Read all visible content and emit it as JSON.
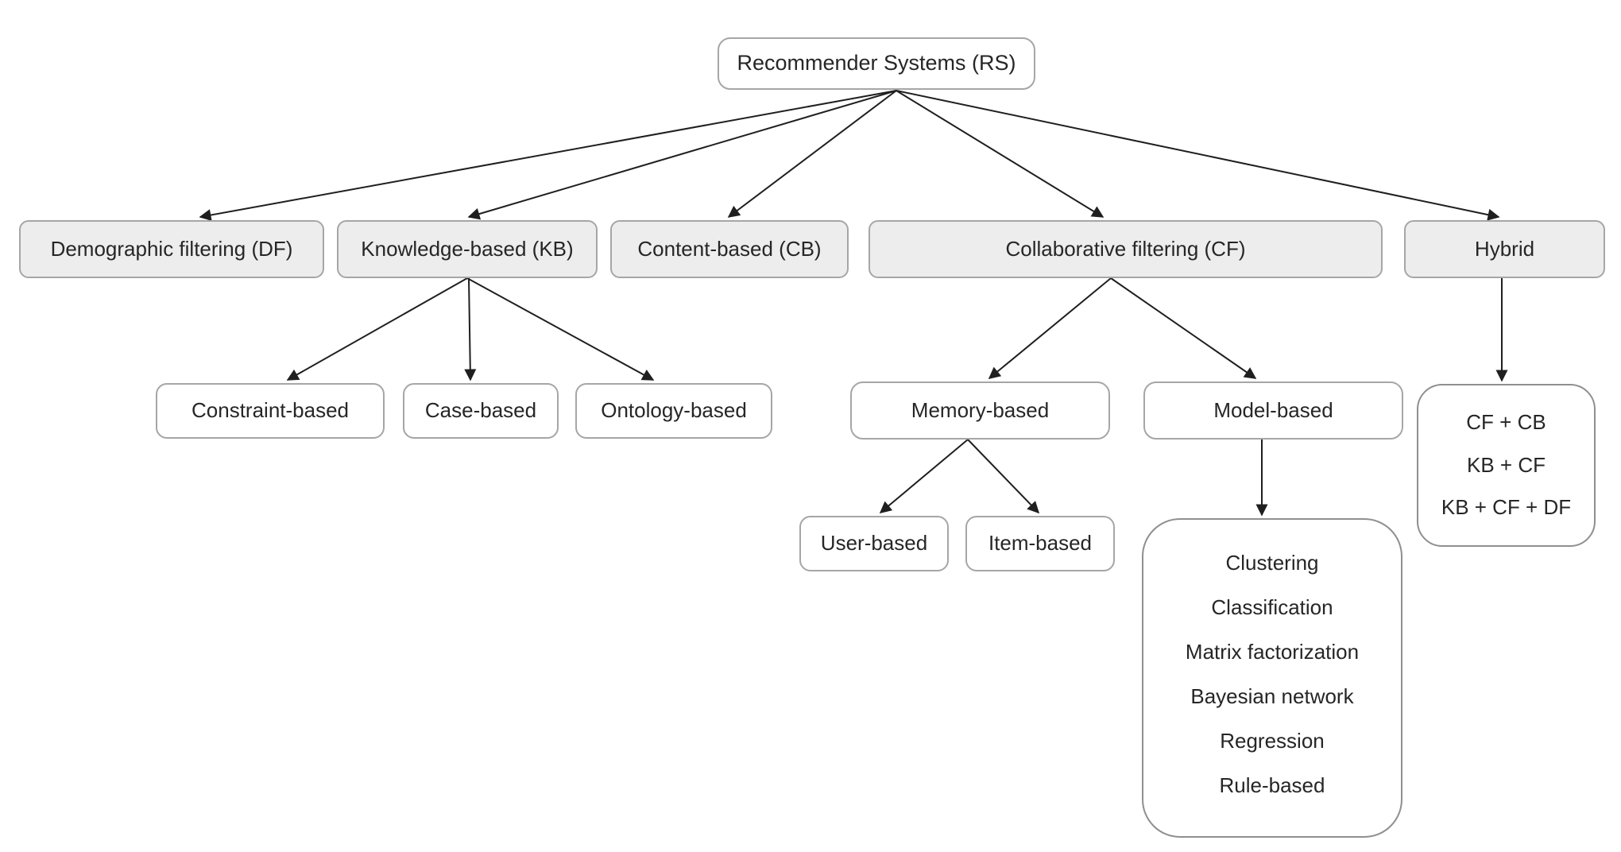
{
  "tree": {
    "root": "Recommender Systems (RS)",
    "level2": {
      "df": "Demographic filtering (DF)",
      "kb": "Knowledge-based (KB)",
      "cb": "Content-based (CB)",
      "cf": "Collaborative filtering (CF)",
      "hybrid": "Hybrid"
    },
    "kb_children": [
      "Constraint-based",
      "Case-based",
      "Ontology-based"
    ],
    "cf_children": [
      "Memory-based",
      "Model-based"
    ],
    "memory_children": [
      "User-based",
      "Item-based"
    ],
    "model_methods": [
      "Clustering",
      "Classification",
      "Matrix factorization",
      "Bayesian network",
      "Regression",
      "Rule-based"
    ],
    "hybrid_combinations": [
      "CF + CB",
      "KB + CF",
      "KB + CF + DF"
    ]
  },
  "colors": {
    "node_fill": "#ffffff",
    "level2_fill": "#ededed",
    "node_border": "#a6a6a6",
    "list_border": "#8f8f8f",
    "arrow": "#1f1f1f",
    "text": "#262626"
  }
}
